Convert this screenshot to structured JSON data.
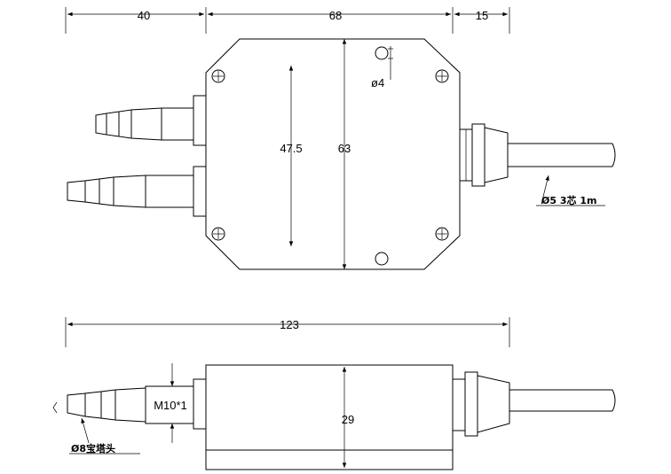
{
  "top_view": {
    "dim_left": "40",
    "dim_middle": "68",
    "dim_right": "15",
    "dim_inner_height": "47.5",
    "dim_outer_height": "63",
    "hole_dia": "ø4",
    "cable_note": "Ø5 3芯 1m"
  },
  "side_view": {
    "dim_length": "123",
    "dim_height": "29",
    "thread_label": "M10*1",
    "nozzle_note": "Ø8宝塔头"
  }
}
